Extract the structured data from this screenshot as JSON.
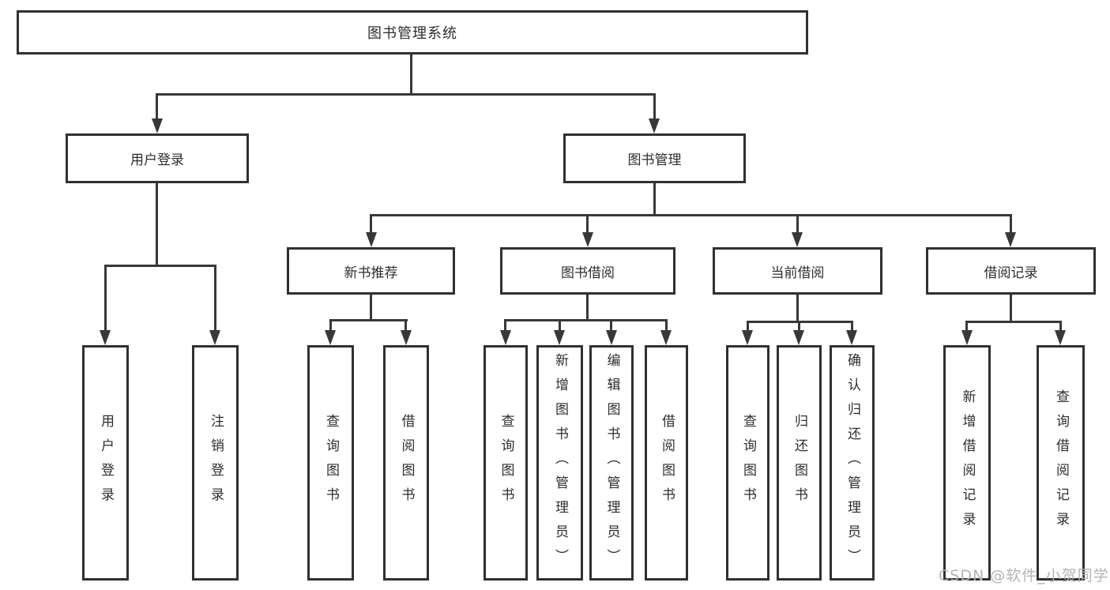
{
  "nodes": {
    "root": {
      "label": "图书管理系统"
    },
    "user_login": {
      "label": "用户登录"
    },
    "book_management": {
      "label": "图书管理"
    },
    "new_book_recommend": {
      "label": "新书推荐"
    },
    "book_borrowing": {
      "label": "图书借阅"
    },
    "current_borrowing": {
      "label": "当前借阅"
    },
    "borrowing_records": {
      "label": "借阅记录"
    },
    "leaves": {
      "user_login": "用户登录",
      "logout_login": "注销登录",
      "recommend_query_books": "查询图书",
      "recommend_borrow_books": "借阅图书",
      "borrowing_query_books": "查询图书",
      "borrowing_add_books": "新增图书（管理员）",
      "borrowing_edit_books": "编辑图书（管理员）",
      "borrowing_borrow_books": "借阅图书",
      "current_query_books": "查询图书",
      "current_return_books": "归还图书",
      "current_confirm_return": "确认归还（管理员）",
      "records_add_record": "新增借阅记录",
      "records_query_record": "查询借阅记录"
    }
  },
  "watermark": {
    "text": "CSDN @软件_小贺同学"
  },
  "colors": {
    "line": "#383838",
    "box_border": "#303030",
    "text": "#2d2d2d",
    "watermark": "#b3b3b3",
    "background": "#ffffff"
  }
}
